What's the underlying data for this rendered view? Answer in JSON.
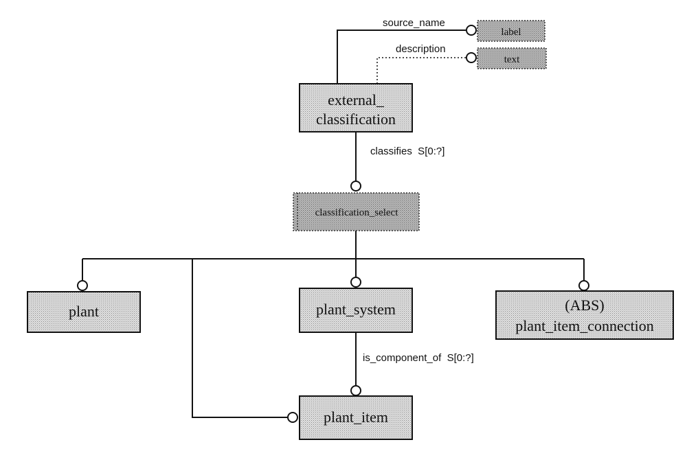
{
  "entities": {
    "external_classification": {
      "line1": "external_",
      "line2": "classification"
    },
    "classification_select": "classification_select",
    "plant": "plant",
    "plant_system": "plant_system",
    "plant_item_connection": {
      "line1": "(ABS)",
      "line2": "plant_item_connection"
    },
    "plant_item": "plant_item"
  },
  "types": {
    "label": "label",
    "text": "text"
  },
  "relationships": {
    "source_name": "source_name",
    "description": "description",
    "classifies": "classifies  S[0:?]",
    "is_component_of": "is_component_of  S[0:?]"
  },
  "colors": {
    "entity_fill": "#d2d2d2",
    "type_fill": "#b4b4b4",
    "line": "#111111"
  }
}
